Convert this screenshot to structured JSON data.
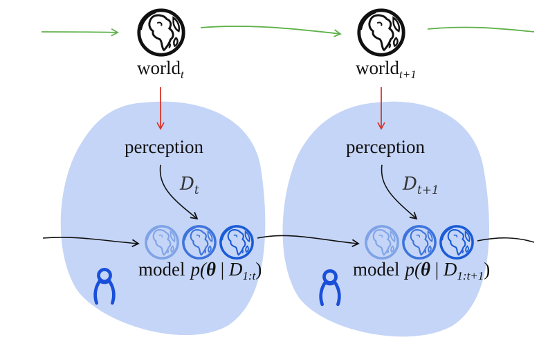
{
  "colors": {
    "blob": "#c5d5f7",
    "world_arrow": "#5fb14a",
    "perception_arrow": "#d8352a",
    "flow_arrow": "#111111",
    "globe_stroke": "#111111",
    "model_globe_dark": "#1a5bd6",
    "model_globe_light": "#7fa3e6",
    "agent": "#1a4fd9"
  },
  "steps": [
    {
      "world_label": "world",
      "world_sub": "t",
      "perception_label": "perception",
      "data_symbol": "D",
      "data_sub": "t",
      "model_label": "model",
      "posterior_prefix": "p(",
      "posterior_theta": "θ",
      "posterior_bar": " | ",
      "posterior_data": "D",
      "posterior_sub": "1:t",
      "posterior_suffix": ")"
    },
    {
      "world_label": "world",
      "world_sub": "t+1",
      "perception_label": "perception",
      "data_symbol": "D",
      "data_sub": "t+1",
      "model_label": "model",
      "posterior_prefix": "p(",
      "posterior_theta": "θ",
      "posterior_bar": " | ",
      "posterior_data": "D",
      "posterior_sub": "1:t+1",
      "posterior_suffix": ")"
    }
  ],
  "icons": {
    "world": "globe-icon",
    "model_belief": "globe-icon",
    "agent": "person-icon"
  }
}
